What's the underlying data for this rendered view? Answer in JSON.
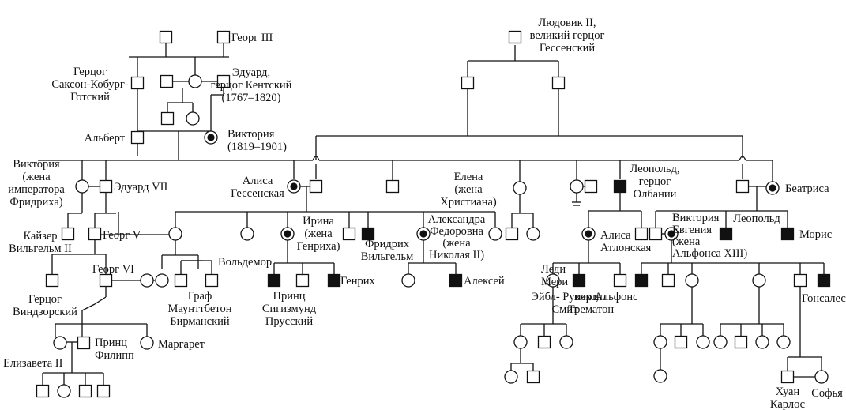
{
  "labels": {
    "george3": "Георг III",
    "ludwig2": [
      "Людовик II,",
      "великий герцог",
      "Гессенский"
    ],
    "saxe": [
      "Герцог",
      "Саксон-Кобург-",
      "Готский"
    ],
    "edward_kent": [
      "Эдуард,",
      "герцог Кентский",
      "(1767–1820)"
    ],
    "albert": "Альберт",
    "victoria": [
      "Виктория",
      "(1819–1901)"
    ],
    "vicky": [
      "Виктория",
      "(жена",
      "императора",
      "Фридриха)"
    ],
    "edward7": "Эдуард VII",
    "alice_hesse": [
      "Алиса",
      "Гессенская"
    ],
    "elena": [
      "Елена",
      "(жена",
      "Христиана)"
    ],
    "leopold_albany": [
      "Леопольд,",
      "герцог",
      "Олбании"
    ],
    "beatrice": "Беатриса",
    "kaiser": [
      "Кайзер",
      "Вильгельм II"
    ],
    "george5": "Георг V",
    "irina": [
      "Ирина",
      "(жена",
      "Генриха)"
    ],
    "friedrich_wilhelm": [
      "Фридрих",
      "Вильгельм"
    ],
    "alexandra": [
      "Александра",
      "Федоровна",
      "(жена",
      "Николая II)"
    ],
    "alice_athlone": [
      "Алиса",
      "Атлонская"
    ],
    "victoria_eugenia": [
      "Виктория",
      "Евгения",
      "(жена",
      "Альфонса XIII)"
    ],
    "leopold2": "Леопольд",
    "maurice": "Морис",
    "george6": "Георг VI",
    "waldemar": "Вольдемор",
    "windsor": [
      "Герцог",
      "Виндзорский"
    ],
    "mountbatten": [
      "Граф",
      "Маунттбетон",
      "Бирманский"
    ],
    "sigismund": [
      "Принц",
      "Сигизмунд",
      "Прусский"
    ],
    "henry": "Генрих",
    "alexei": "Алексей",
    "lady_mary": [
      "Леди",
      "Мери"
    ],
    "rupert": [
      "Эйбл- Руперт,",
      "Смит"
    ],
    "trematon": [
      "виконт",
      "Трематон"
    ],
    "alfonso": "Альфонс",
    "gonzalo": "Гонсалес",
    "philip": [
      "Принц",
      "Филипп"
    ],
    "margaret": "Маргарет",
    "elizabeth2": "Елизавета II",
    "juan_carlos": [
      "Хуан",
      "Карлос"
    ],
    "sofia": "Софья"
  }
}
